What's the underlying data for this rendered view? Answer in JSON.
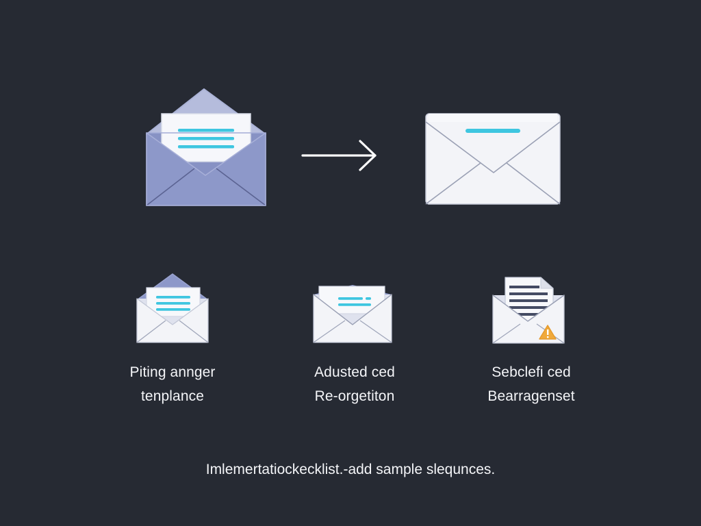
{
  "steps": [
    {
      "label_line1": "Piting annger",
      "label_line2": "tenplance",
      "icon": "open-envelope-with-letter-icon"
    },
    {
      "label_line1": "Adusted ced",
      "label_line2": "Re-orgetiton",
      "icon": "envelope-with-note-icon"
    },
    {
      "label_line1": "Sebclefi ced",
      "label_line2": "Bearragenset",
      "icon": "envelope-with-document-warning-icon"
    }
  ],
  "caption": "Imlemertatiockecklist.-add sample slequnces.",
  "colors": {
    "background": "#262a33",
    "envelope_purple": "#8d98c9",
    "envelope_white": "#f3f4f8",
    "line_cyan": "#3ec6e0",
    "warning_orange": "#f0a93b",
    "text": "#f4f5f8"
  }
}
